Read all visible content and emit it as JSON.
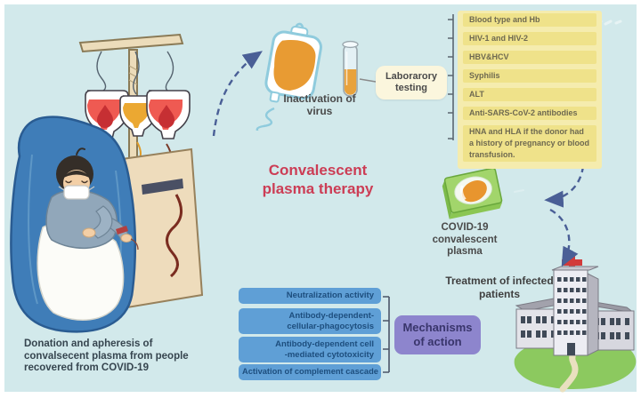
{
  "figure": {
    "title": "Convalescent plasma therapy",
    "donation_caption": "Donation and apheresis of convalsecent plasma from people recovered from COVID-19",
    "inactivation_label": "Inactivation of virus",
    "lab_testing_label": "Laborarory testing",
    "lab_tests": [
      "Blood type and Hb",
      "HIV-1 and HIV-2",
      "HBV&HCV",
      "Syphilis",
      "ALT",
      "Anti-SARS-CoV-2 antibodies",
      "HNA and HLA if the donor had a history of pregnancy or blood transfusion."
    ],
    "plasma_product_label": "COVID-19 convalescent plasma",
    "treatment_label": "Treatment of infected patients",
    "mechanisms": {
      "title": "Mechanisms of action",
      "items": [
        [
          "Neutralization activity"
        ],
        [
          "Antibody-dependent-",
          "cellular-phagocytosis"
        ],
        [
          "Antibody-dependent cell",
          "-mediated cytotoxicity"
        ],
        [
          "Activation of complement cascade"
        ]
      ]
    },
    "colors": {
      "background": "#d2e9eb",
      "panel_yellow": "#f5ecae",
      "row_yellow": "#efe28a",
      "mechanism_blue": "#5f9fd6",
      "mechanism_text": "#1d4e7e",
      "purple_box": "#8d85cd",
      "title_red": "#cc3d55",
      "arrow_blue": "#4a5f96",
      "package_green": "#a2d56b",
      "plasma_orange": "#e89b33",
      "blood_red": "#ef5a52",
      "chair_blue": "#3f7db8"
    }
  }
}
